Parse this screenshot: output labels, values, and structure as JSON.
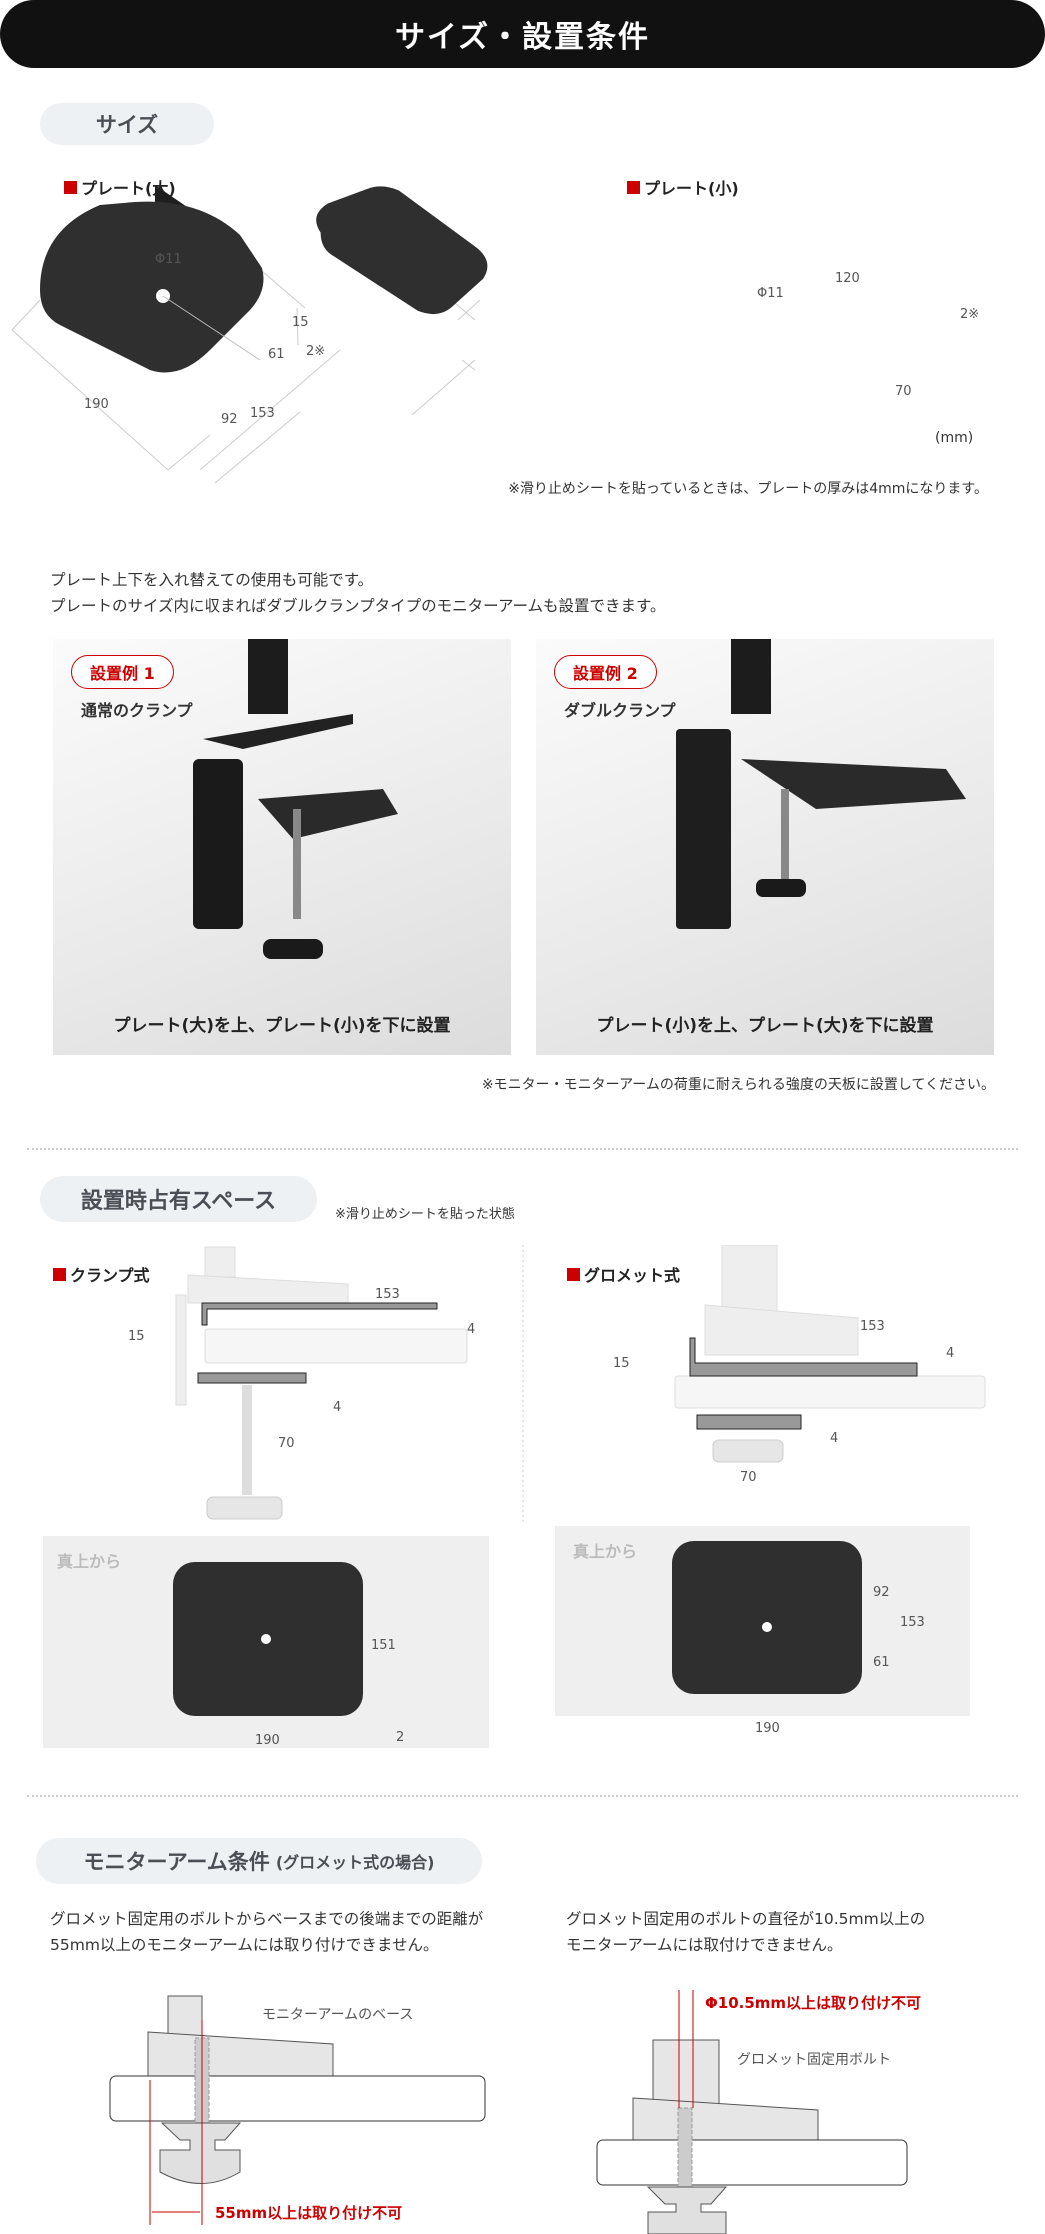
{
  "header": {
    "title": "サイズ・設置条件"
  },
  "size": {
    "heading": "サイズ",
    "large_label": "プレート(大)",
    "small_label": "プレート(小)",
    "large_dims": {
      "hole": "Φ11",
      "d190": "190",
      "d92": "92",
      "d153": "153",
      "d61": "61",
      "d15": "15",
      "d2": "2※"
    },
    "small_dims": {
      "hole": "Φ11",
      "d120": "120",
      "d70": "70",
      "d2": "2※"
    },
    "unit": "(mm)",
    "note": "※滑り止めシートを貼っているときは、プレートの厚みは4mmになります。",
    "desc": [
      "プレート上下を入れ替えての使用も可能です。",
      "プレートのサイズ内に収まればダブルクランプタイプのモニターアームも設置できます。"
    ],
    "examples": [
      {
        "tag": "設置例 1",
        "title": "通常のクランプ",
        "caption": "プレート(大)を上、プレート(小)を下に設置"
      },
      {
        "tag": "設置例 2",
        "title": "ダブルクランプ",
        "caption": "プレート(小)を上、プレート(大)を下に設置"
      }
    ],
    "example_note": "※モニター・モニターアームの荷重に耐えられる強度の天板に設置してください。"
  },
  "space": {
    "heading": "設置時占有スペース",
    "note": "※滑り止めシートを貼った状態",
    "clamp": {
      "label": "クランプ式",
      "d153": "153",
      "d15": "15",
      "d4a": "4",
      "d4b": "4",
      "d70": "70",
      "top_label": "真上から",
      "t151": "151",
      "t190": "190",
      "t2": "2"
    },
    "grommet": {
      "label": "グロメット式",
      "d153": "153",
      "d15": "15",
      "d4a": "4",
      "d4b": "4",
      "d70": "70",
      "top_label": "真上から",
      "t92": "92",
      "t153": "153",
      "t61": "61",
      "t190": "190"
    }
  },
  "arm": {
    "heading": "モニターアーム条件",
    "heading_sub": "(グロメット式の場合)",
    "left_text": [
      "グロメット固定用のボルトからベースまでの後端までの距離が",
      "55mm以上のモニターアームには取り付けできません。"
    ],
    "right_text": [
      "グロメット固定用のボルトの直径が10.5mm以上の",
      "モニターアームには取付けできません。"
    ],
    "base_label": "モニターアームのベース",
    "limit_left": "55mm以上は取り付け不可",
    "bolt_label": "グロメット固定用ボルト",
    "limit_right": "Φ10.5mm以上は取り付け不可"
  },
  "colors": {
    "accent": "#cc0000",
    "plate": "#2f2f2f"
  }
}
